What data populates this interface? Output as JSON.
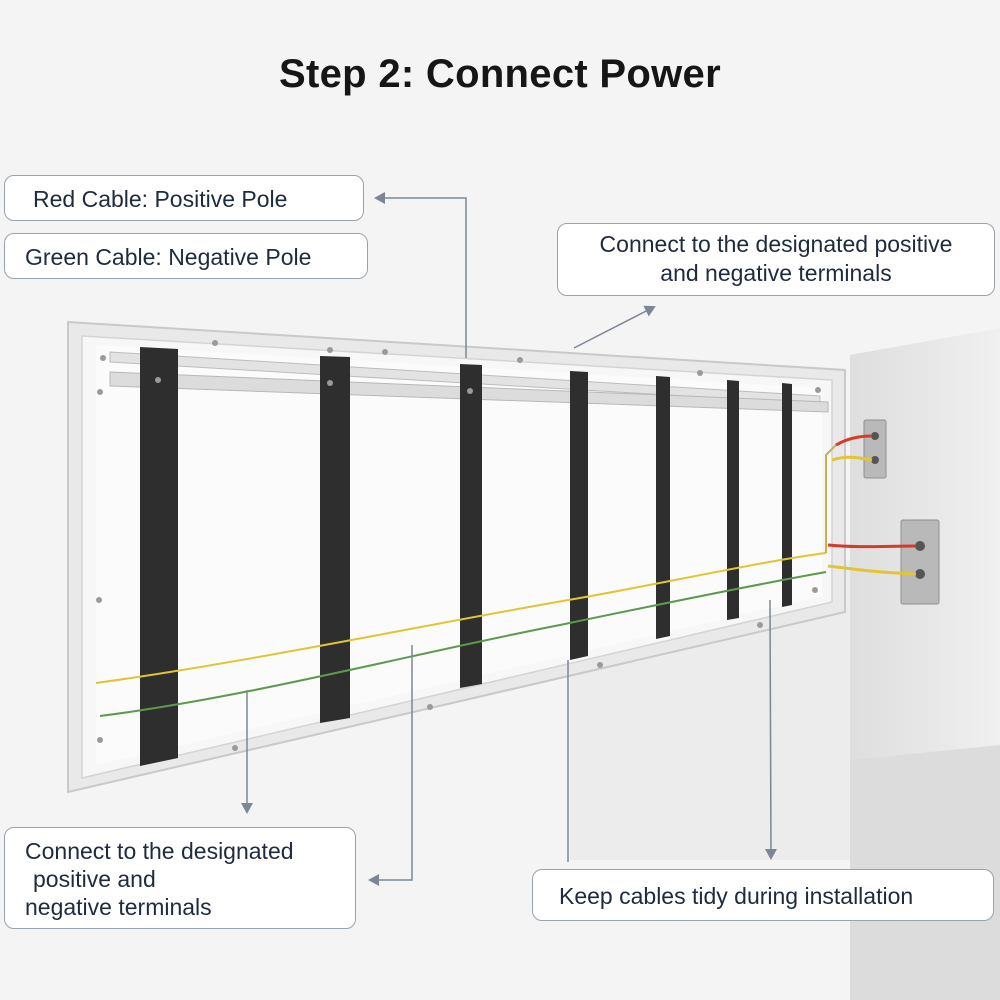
{
  "title": "Step 2: Connect Power",
  "callouts": {
    "red_cable": "Red Cable: Positive Pole",
    "green_cable": "Green Cable: Negative Pole",
    "top_right": {
      "line1": "Connect to the designated positive",
      "line2": "and negative terminals"
    },
    "bottom_left": {
      "line1": "Connect to the designated",
      "line2": "positive and",
      "line3": "negative terminals"
    },
    "bottom_right": "Keep cables tidy during installation"
  },
  "colors": {
    "background": "#f4f4f4",
    "frame": "#e6e6e6",
    "strap": "#2e2e2e",
    "cable_positive": "#d63a2b",
    "cable_negative": "#e2c435",
    "cable_green": "#5c9a4e",
    "arrow": "#7d8794"
  },
  "icons": [
    "arrow-icon",
    "terminal-plate-icon"
  ]
}
